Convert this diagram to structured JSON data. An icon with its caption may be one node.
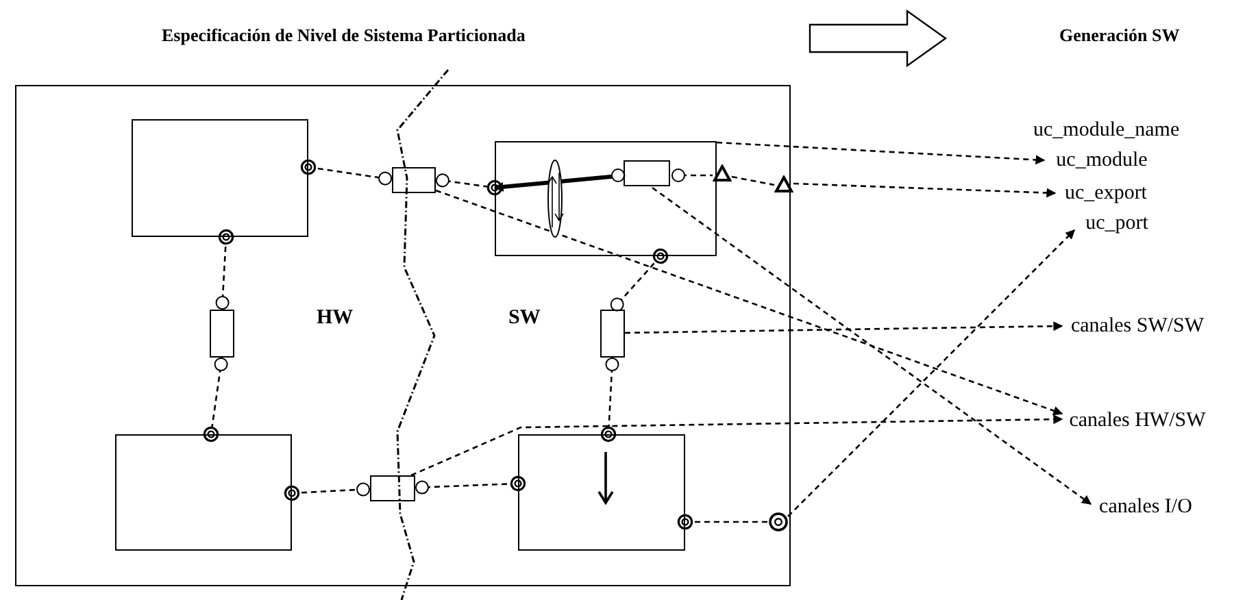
{
  "diagram": {
    "title": "Especificación de Nivel de Sistema Particionada",
    "nodes": [
      {
        "text": [],
        "shape": "box"
      },
      {
        "text": [],
        "shape": "box",
        "in": 0
      },
      {
        "text": [],
        "shape": "box",
        "in": 0
      },
      {
        "text": [],
        "shape": "box",
        "in": 0
      },
      {
        "text": [],
        "shape": "box",
        "in": 0
      },
      {
        "text": [],
        "shape": "box",
        "in": 0
      },
      {
        "text": [],
        "shape": "box",
        "in": 0
      },
      {
        "text": [],
        "shape": "box",
        "in": 0
      },
      {
        "text": [],
        "shape": "box",
        "in": 0
      },
      {
        "text": [],
        "shape": "box",
        "in": 3
      },
      {
        "text": [],
        "shape": "triangle",
        "in": 0
      },
      {
        "text": [],
        "shape": "triangle",
        "in": 0
      },
      {
        "text": [],
        "shape": "circle",
        "in": 0
      },
      {
        "text": [
          "uc_module"
        ]
      },
      {
        "text": [
          "uc_export"
        ]
      },
      {
        "text": [
          "uc_port"
        ]
      },
      {
        "text": [
          "canales SW/SW"
        ]
      },
      {
        "text": [
          "canales HW/SW"
        ]
      },
      {
        "text": [
          "canales I/O"
        ]
      }
    ],
    "edges": [
      {
        "from": 1,
        "to": 5,
        "arrow": "other",
        "style": "dashed"
      },
      {
        "from": 5,
        "to": 3,
        "arrow": "other",
        "style": "dashed"
      },
      {
        "from": 1,
        "to": 6,
        "arrow": "other",
        "style": "dashed"
      },
      {
        "from": 6,
        "to": 2,
        "arrow": "other",
        "style": "dashed"
      },
      {
        "from": 2,
        "to": 8,
        "arrow": "other",
        "style": "dashed"
      },
      {
        "from": 8,
        "to": 4,
        "arrow": "other",
        "style": "dashed"
      },
      {
        "from": 3,
        "to": 7,
        "arrow": "other",
        "style": "dashed"
      },
      {
        "from": 7,
        "to": 4,
        "arrow": "other",
        "style": "dashed"
      },
      {
        "from": 3,
        "to": 9,
        "arrow": "both",
        "style": "thick"
      },
      {
        "from": 9,
        "to": 10,
        "arrow": "other",
        "style": "dashed"
      },
      {
        "from": 10,
        "to": 11,
        "arrow": "none",
        "style": "dashed"
      },
      {
        "from": 4,
        "to": 12,
        "arrow": "other",
        "style": "dashed"
      },
      {
        "from": 3,
        "to": 13,
        "arrow": "to",
        "style": "dashed"
      },
      {
        "from": 11,
        "to": 14,
        "arrow": "to",
        "style": "dashed"
      },
      {
        "from": 9,
        "to": 18,
        "arrow": "to",
        "style": "dashed"
      },
      {
        "from": 5,
        "to": 17,
        "arrow": "to",
        "style": "dashed"
      },
      {
        "from": 7,
        "to": 16,
        "arrow": "to",
        "style": "dashed"
      },
      {
        "from": 8,
        "to": 17,
        "arrow": "to",
        "style": "dashed"
      },
      {
        "from": 12,
        "to": 15,
        "arrow": "to",
        "style": "dashed"
      }
    ],
    "labels": [
      "Generación SW",
      "uc_module_name",
      "HW",
      "SW"
    ]
  }
}
